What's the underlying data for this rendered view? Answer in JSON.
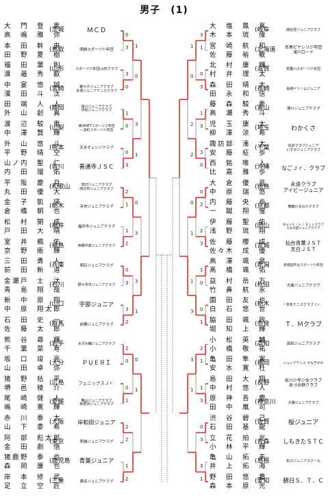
{
  "title": "男子　(1)",
  "left": [
    {
      "p1": "大　門　登　馬",
      "p2": "高　嶋　雅　弥",
      "pref": "(茨城",
      "club": [
        "ＭＣＤ"
      ],
      "fs": 9.5
    },
    {
      "p1": "本　田　幹　央",
      "p2": "田　野　夏　樹",
      "pref": "(鳥取",
      "club": [
        "明倫スポーツ少年団"
      ],
      "fs": 5.5
    },
    {
      "p1": "福　田　葉　則",
      "p2": "渡　邉　秀　叡",
      "pref": "(山形",
      "club": [
        "スポーツ少年団(山形クラブ"
      ],
      "fs": 5
    },
    {
      "p1": "中　宴　悠　誠",
      "p2": "濱　田　斗　汰",
      "pref": "(宮崎",
      "club": [
        "魅々子ジュニアクラブ",
        "本城ジュニアテニスクラブ"
      ],
      "fs": 5
    },
    {
      "p1": "田　端　人　人",
      "p2": "外　山　創　真",
      "pref": "(静岡",
      "club": [
        "掛川ジュニアクラブ",
        "浜松ジュニアクラブ"
      ],
      "fs": 5
    },
    {
      "p1": "渡　辺　駿　東",
      "p2": "中　澤　賢　輝",
      "pref": "(山梨",
      "club": [
        "横浜NETスポーツ少年団",
        "一宮町スポーツ少年団"
      ],
      "fs": 4.8
    },
    {
      "p1": "外　山　悠　斗",
      "p2": "平　野　晴　空",
      "pref": "(熊本",
      "club": [
        "天水オレンジクラブ"
      ],
      "fs": 5.5
    },
    {
      "p1": "山ノ内　聖　仁",
      "p2": "内　田　瑠　佑",
      "pref": "(香川",
      "club": [
        "善通寺ＪＳＣ"
      ],
      "fs": 8.5
    },
    {
      "p1": "平　阪　慶　月",
      "p2": "丸　田　優　大",
      "pref": "(和歌山",
      "club": [
        "田辺ジュニアクラブ",
        "田辺市ジュニアクラブ"
      ],
      "fs": 5
    },
    {
      "p1": "金　子　凱　瑛",
      "p2": "倉　橋　朝　也",
      "pref": "(栃木",
      "club": [
        "寺市ジュニアクラブ"
      ],
      "fs": 5.5
    },
    {
      "p1": "松　村　開　成",
      "p2": "戸　田　大　晴",
      "pref": "(福井",
      "club": [
        "福井市ジュニアクラブ"
      ],
      "fs": 5.5
    },
    {
      "p1": "室　井　楓　佑",
      "p2": "京　野　衛　輝",
      "pref": "(福島",
      "club": [
        "西郷中高ジュニアクラブ"
      ],
      "fs": 5
    },
    {
      "p1": "三　田　勇　人",
      "p2": "前　田　新　道",
      "pref": "(兵庫",
      "club": [
        "明石ジュニアクラブ"
      ],
      "fs": 5.5
    },
    {
      "p1": "金瀬戸　士　汰",
      "p2": "青　島　翔　哉",
      "pref": "(石川",
      "club": [
        "野々市市ジュニアクラブ"
      ],
      "fs": 5
    },
    {
      "p1": "新　中　原　翔",
      "p2": "中　原　翔太郎",
      "pref": "(山口",
      "club": [
        "宇部ジュニア"
      ],
      "fs": 8.5
    },
    {
      "p1": "石　田　史　一",
      "p2": "佐　藤　太　郎",
      "pref": "(群馬",
      "club": [
        "前橋ジュニアクラブ"
      ],
      "fs": 5.5
    },
    {
      "p1": "熊　谷　尋　輝",
      "p2": "千　葉　菜　寿",
      "pref": "(岩手",
      "club": [
        "水沢大輔ジュニアクラブ"
      ],
      "fs": 5
    },
    {
      "p1": "坂　口　竣　亮",
      "p2": "山　田　卓　弥",
      "pref": "(大分",
      "club": [
        "ＰＵＥＲＩ"
      ],
      "fs": 8.5
    },
    {
      "p1": "猪　野　枯　平",
      "p2": "堺　邑　稜　介",
      "pref": "(広島",
      "club": [
        "フェニックスＪｒ."
      ],
      "fs": 6.5
    },
    {
      "p1": "尾　崎　健　人",
      "p2": "嶋　崎　寛　輝",
      "pref": "(愛媛",
      "club": [
        "鴨山ジュニアクラブ",
        "新居浜ジュニアクラブ"
      ],
      "fs": 5
    },
    {
      "p1": "赤　川　泰　太",
      "p2": "山　下　黍　希",
      "pref": "(大阪",
      "club": [
        "岸和田ジュニア"
      ],
      "fs": 8
    },
    {
      "p1": "阿　部　彪太郎",
      "p2": "金　田　劇　悟",
      "pref": "(東京",
      "club": [
        "明城ジュニアクラブ"
      ],
      "fs": 5.5
    },
    {
      "p1": "猪鹿野　泰　也",
      "p2": "森　岡　廉　也",
      "pref": "(鹿児島",
      "club": [
        "青葉ジュニア"
      ],
      "fs": 8.5
    },
    {
      "p1": "岸　本　修　武",
      "p2": "足　立　空　匠",
      "pref": "(三重",
      "club": [
        "桑名ジュニアクラブ"
      ],
      "fs": 5.5
    }
  ],
  "right": [
    {
      "p1": "大　塩　鳳　真",
      "p2": "木　本　琉　偉",
      "pref": "(岐阜",
      "club": [
        "関谷見ジュニアクラブ"
      ],
      "fs": 5
    },
    {
      "p1": "宮　崎　航　和",
      "p2": "佐　藤　裕　敏",
      "pref": "(北海道",
      "club": [
        "名寄ピヤシリ少年団",
        "滝川ロード"
      ],
      "fs": 6
    },
    {
      "p1": "北　村　康　輝",
      "p2": "村　井　理　太",
      "pref": "(滋賀",
      "club": [
        "安曇川スポーツ少年団"
      ],
      "fs": 5
    },
    {
      "p1": "森　田　晴　太",
      "p2": "田　永　和　信",
      "pref": "(長崎",
      "club": [
        "長崎ドリームジュニア"
      ],
      "fs": 5
    },
    {
      "p1": "藤　森　駿　秀",
      "p2": "高　瀬　秀　斗",
      "pref": "(富山",
      "club": [
        "滑川ジュニアクラブ"
      ],
      "fs": 5.5
    },
    {
      "p1": "児　玉　康　太",
      "p2": "柳　澤　涼　希",
      "pref": "(埼玉",
      "club": [
        "わかくさ"
      ],
      "fs": 9
    },
    {
      "p1": "諏訪部　湊　太",
      "p2": "安　藤　柾　歩",
      "pref": "(千葉",
      "club": [
        "佐倉クラブジュニア",
        "いすみジュニアクラブ"
      ],
      "fs": 5
    },
    {
      "p1": "西　銘　唯　人",
      "p2": "比　嘉　雅　歩",
      "pref": "(沖縄",
      "club": [
        "なごＪｒ．クラブ"
      ],
      "fs": 8
    },
    {
      "p1": "大　倉　優　音",
      "p2": "中　原　瑞　悠",
      "pref": "(徳島",
      "club": [
        "永遠クラブ",
        "アイビージュニア"
      ],
      "fs": 7.5
    },
    {
      "p1": "内　藤　央　歩",
      "p2": "一　蹴　翔　惺",
      "pref": "(京都",
      "club": [
        "舞鶴ひまわりクラブ"
      ],
      "fs": 5
    },
    {
      "p1": "伊　藤　聖　佑",
      "p2": "浅　野　琉　翔",
      "pref": "(岡山",
      "club": [
        "Ｗａｓｈｉｋｉ.Ｄｌｓクラブ",
        "ちもの庭ジュニアクラブ"
      ],
      "fs": 4.5
    },
    {
      "p1": "佐　藤　櫻　成",
      "p2": "佐々木　成　優",
      "pref": "(宮城",
      "club": [
        "仙台青葉ＪＳＴ",
        "太白ＪＳＴ"
      ],
      "fs": 7.5
    },
    {
      "p1": "高　澤　颯　泉",
      "p2": "髙　橋　颯　佑",
      "pref": "(新潟",
      "club": [
        "新発田市立スポーツ少年団"
      ],
      "fs": 4.8
    },
    {
      "p1": "益　村　岳　万",
      "p2": "竹　鼻　航　永",
      "pref": "(秋田",
      "club": [
        "大曲ジュニアクラブ"
      ],
      "fs": 5.5
    },
    {
      "p1": "園　田　友　也",
      "p2": "白　石　悠　世",
      "pref": "(栃木",
      "club": [
        "一本松テニスクラブＪｒ．"
      ],
      "fs": 5
    },
    {
      "p1": "脇　田　颯　政",
      "p2": "堀　知　上　輝",
      "pref": "(奈良",
      "club": [
        "Ｔ．Ｍクラブ"
      ],
      "fs": 9
    },
    {
      "p1": "小　松　英　輔",
      "p2": "小　橋　敬　祐",
      "pref": "(高知",
      "club": [
        "高知ジュニアクラブ"
      ],
      "fs": 5.5
    },
    {
      "p1": "亀　田　隼　寅",
      "p2": "安　水　寛　杜",
      "pref": "(福岡",
      "club": [
        "ジュニアテニス やなぎがわ"
      ],
      "fs": 4.8
    },
    {
      "p1": "島　田　大　翔",
      "p2": "中　村　悠　人",
      "pref": "(長野",
      "club": [
        "松川少年少女クラブ",
        "あづみ野クラブ"
      ],
      "fs": 6
    },
    {
      "p1": "原　神　吾　慶",
      "p2": "田　中　嵐　司",
      "pref": "(神奈川",
      "club": [
        "大磯ジュニアクラブ"
      ],
      "fs": 5
    },
    {
      "p1": "渋　谷　碧　己",
      "p2": "石　田　基　龍",
      "pref": "(佐賀",
      "club": [
        "桜ジュニア"
      ],
      "fs": 9
    },
    {
      "p1": "立　花　拍　光",
      "p2": "小　林　平　輝",
      "pref": "(青森",
      "club": [
        "しもきたＳＴＣ"
      ],
      "fs": 8.5
    },
    {
      "p1": "亀　山　拓　未",
      "p2": "井　上　拓　海",
      "pref": "(島根",
      "club": [
        "松江ジュニアスクール"
      ],
      "fs": 5
    },
    {
      "p1": "野　田　悠　貴",
      "p2": "森　本　原　光",
      "pref": "(愛知",
      "club": [
        "朝日Ｓ．Ｔ．Ｃ"
      ],
      "fs": 8.5
    }
  ],
  "scores": {
    "left": [
      [
        "0",
        "3"
      ],
      [
        "3",
        "0"
      ],
      [
        "1",
        "0"
      ],
      [
        "0",
        "3"
      ],
      [
        "2",
        "1"
      ],
      [
        "1",
        "2"
      ],
      [
        "0",
        "3"
      ],
      [
        "3",
        "2"
      ],
      [
        "2",
        "0"
      ],
      [
        "0",
        "1"
      ],
      [
        "2",
        "2"
      ],
      [
        "1",
        "2"
      ],
      [
        "1",
        "0"
      ],
      [
        "3",
        "1"
      ],
      [
        "0",
        "3"
      ],
      [
        "3",
        "1"
      ],
      [
        "0",
        "1"
      ]
    ],
    "right": [
      [
        "3",
        "1"
      ],
      [
        "0",
        "3"
      ],
      [
        "1",
        "3"
      ],
      [
        "3",
        "0"
      ],
      [
        "0",
        "2"
      ],
      [
        "2",
        "3"
      ],
      [
        "1",
        "0"
      ],
      [
        "0",
        "1"
      ],
      [
        "2",
        "1"
      ],
      [
        "1",
        "3"
      ],
      [
        "0",
        "3"
      ],
      [
        "3",
        "1"
      ],
      [
        "1",
        "0"
      ],
      [
        "2",
        "2"
      ],
      [
        "0",
        "1"
      ],
      [
        "1",
        "3"
      ],
      [
        "3",
        "1"
      ]
    ]
  }
}
